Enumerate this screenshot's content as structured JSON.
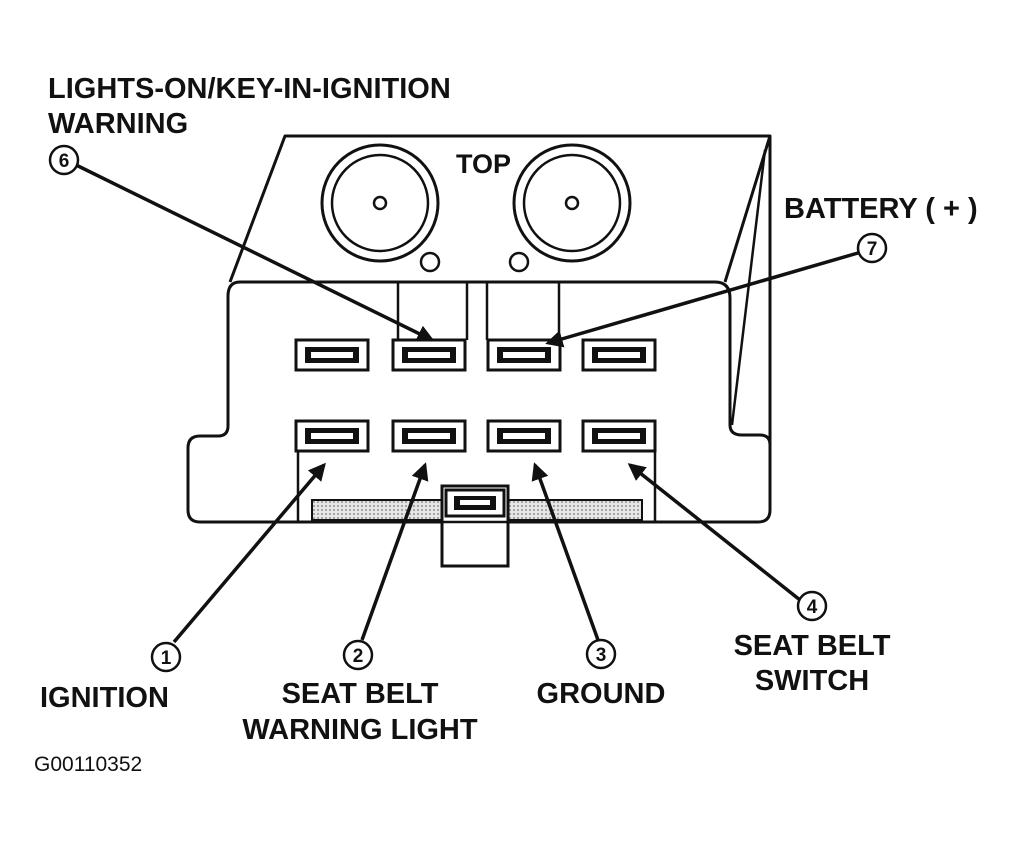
{
  "header_label": {
    "line1": "LIGHTS-ON/KEY-IN-IGNITION",
    "line2": "WARNING"
  },
  "top_label": "TOP",
  "terminals": [
    {
      "number": "1",
      "line1": "IGNITION",
      "line2": ""
    },
    {
      "number": "2",
      "line1": "SEAT BELT",
      "line2": "WARNING LIGHT"
    },
    {
      "number": "3",
      "line1": "GROUND",
      "line2": ""
    },
    {
      "number": "4",
      "line1": "SEAT BELT",
      "line2": "SWITCH"
    },
    {
      "number": "6",
      "line1": "",
      "line2": ""
    },
    {
      "number": "7",
      "line1": "BATTERY ( + )",
      "line2": ""
    }
  ],
  "figure_ref": "G00110352",
  "colors": {
    "ink": "#111111",
    "background": "#ffffff",
    "tab": "#d4d4d4"
  }
}
